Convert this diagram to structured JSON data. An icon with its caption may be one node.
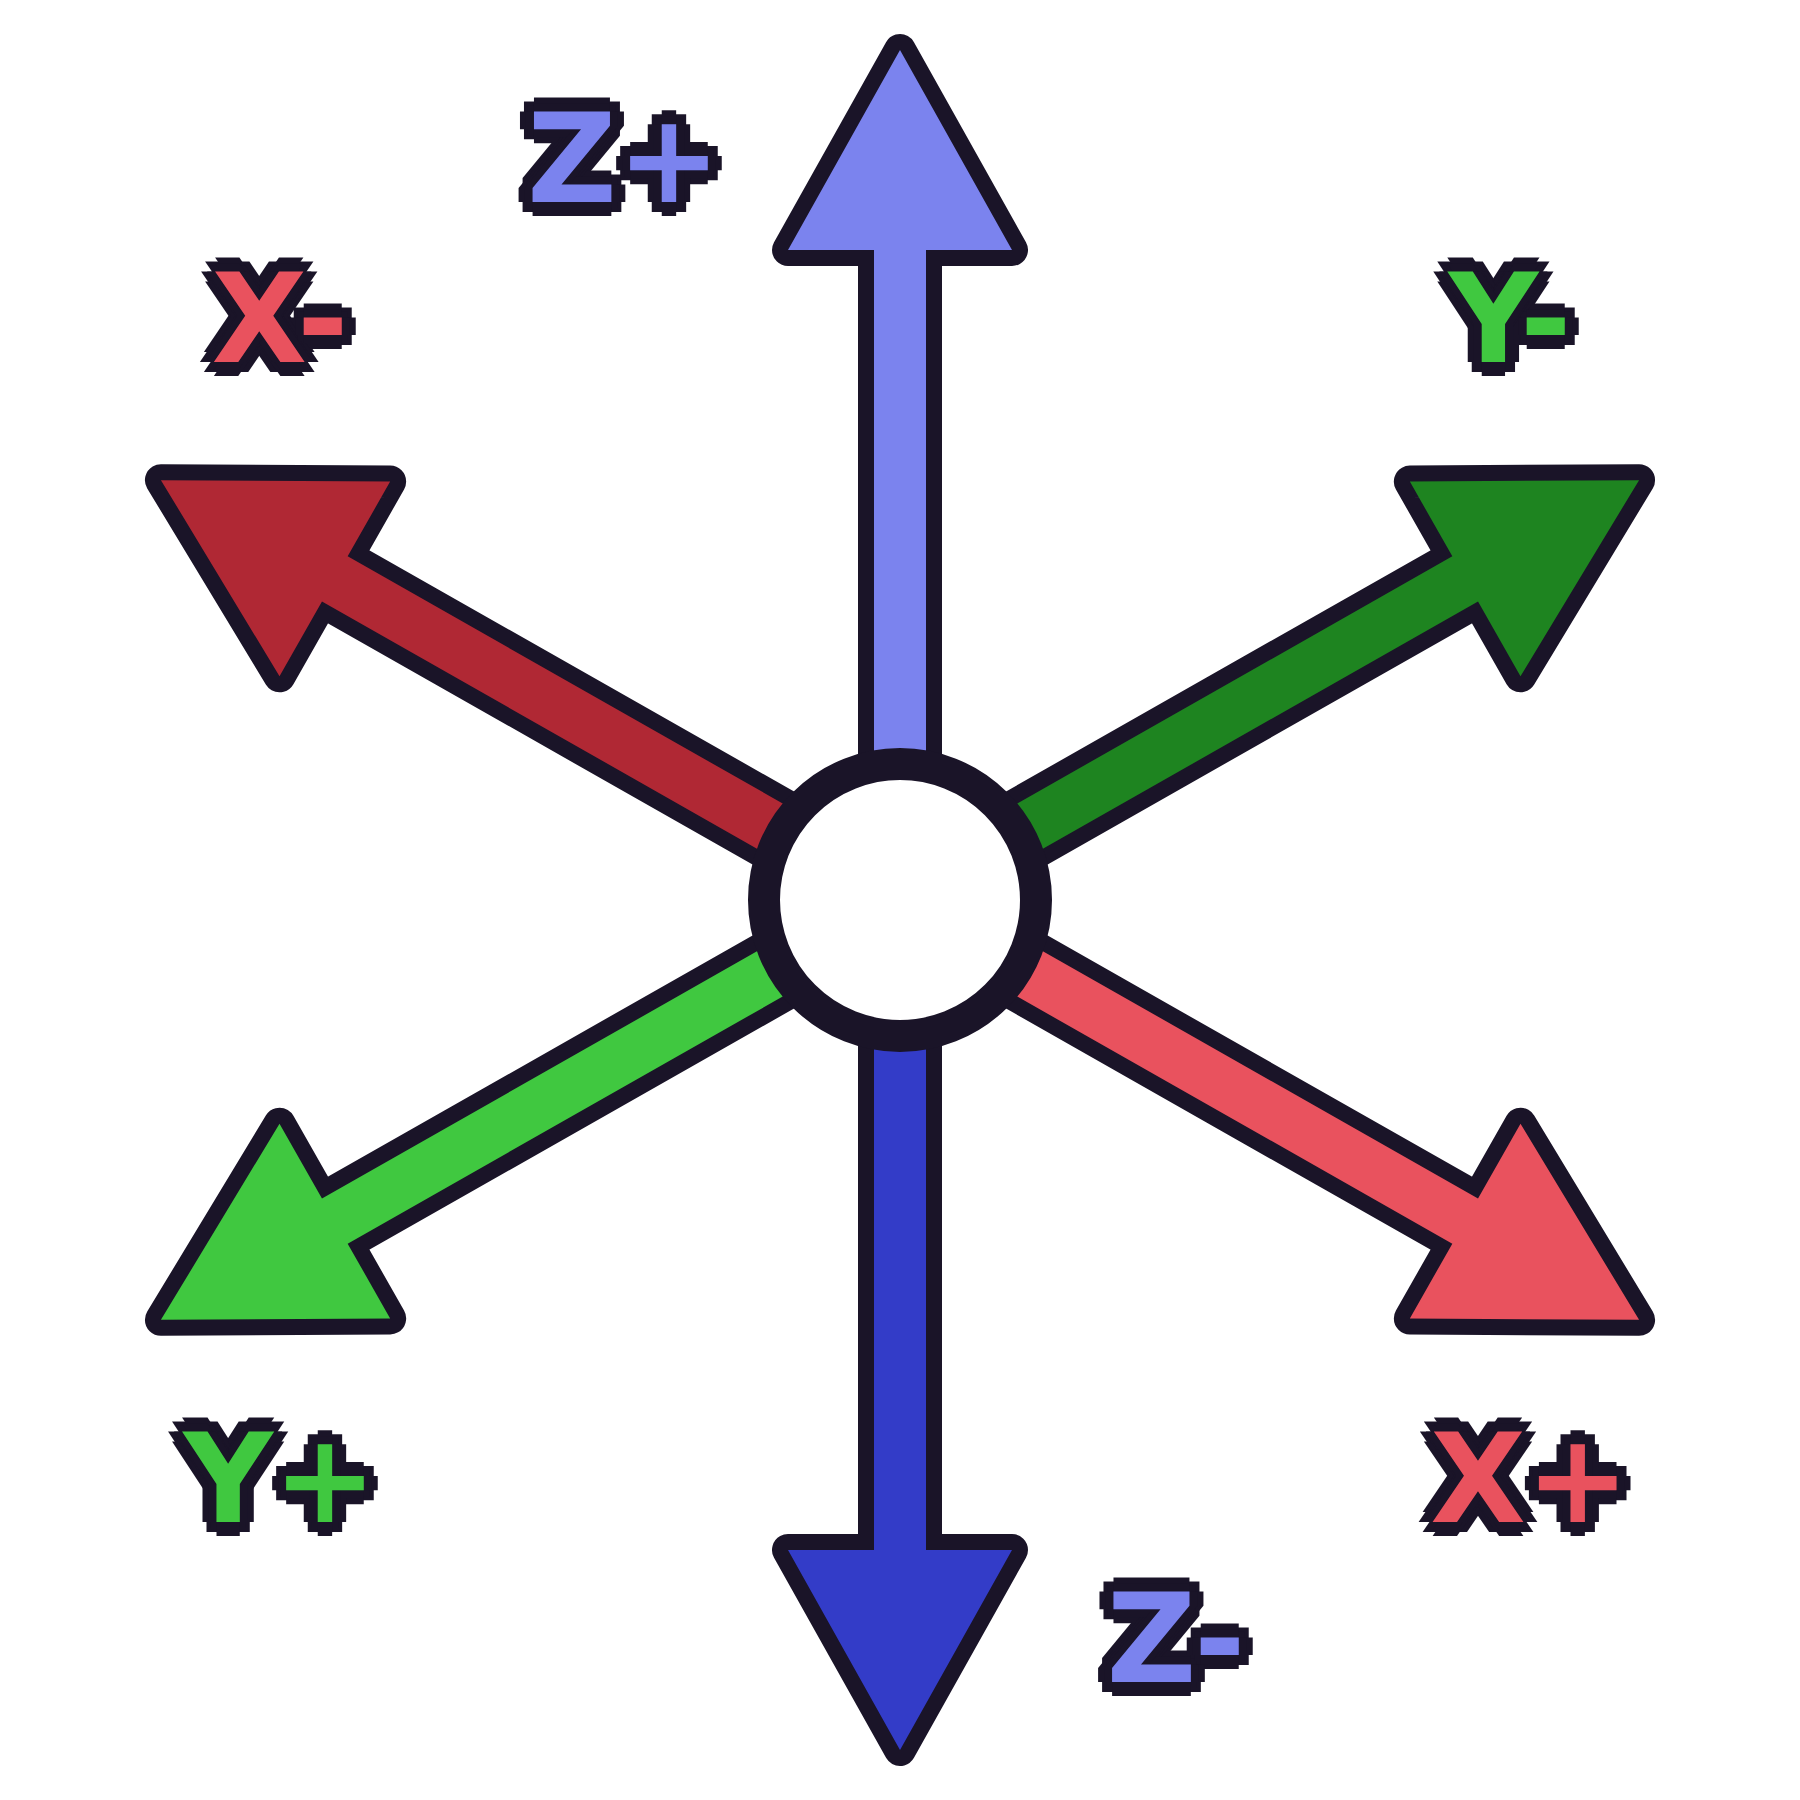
{
  "diagram": {
    "labels": [
      "Z+",
      "X-",
      "Y-",
      "Y+",
      "X+",
      "Z-"
    ]
  }
}
